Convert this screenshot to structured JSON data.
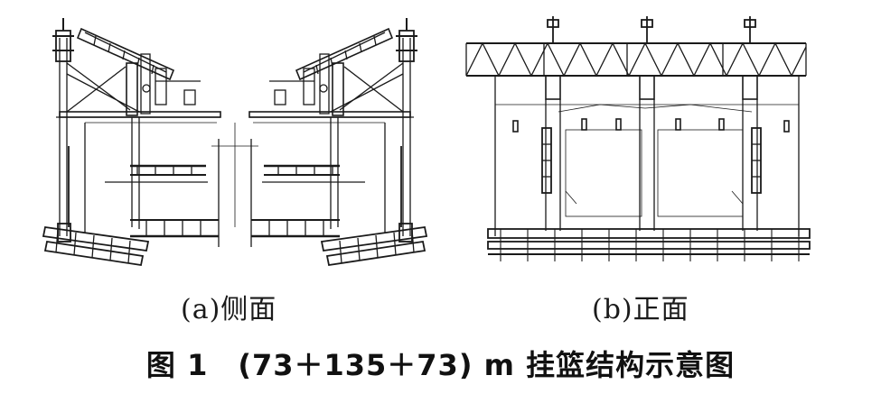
{
  "figure": {
    "panel_a_caption": "(a)侧面",
    "panel_b_caption": "(b)正面",
    "title": "图 1　(73＋135＋73) m 挂篮结构示意图"
  },
  "colors": {
    "line": "#1a1a1a",
    "background": "#ffffff"
  }
}
